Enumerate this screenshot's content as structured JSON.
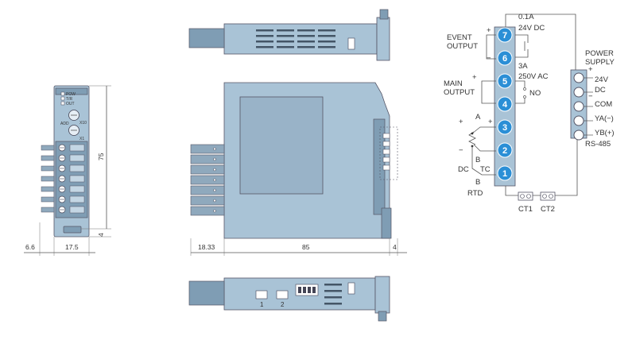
{
  "dimensions": {
    "front_width": "17.5",
    "front_offset": "6.6",
    "height": "75",
    "bottom_gap": "4",
    "side_connector": "18.33",
    "side_depth": "85",
    "side_rail": "4"
  },
  "front_panel": {
    "leds": [
      "POW",
      "T/R",
      "OUT"
    ],
    "switch_x10_label": "X10",
    "switch_x1_label": "X1",
    "addr_label": "ADD"
  },
  "bottom_view": {
    "connector_1": "1",
    "connector_2": "2"
  },
  "terminals": [
    {
      "num": "7"
    },
    {
      "num": "6"
    },
    {
      "num": "5"
    },
    {
      "num": "4"
    },
    {
      "num": "3"
    },
    {
      "num": "2"
    },
    {
      "num": "1"
    }
  ],
  "wiring": {
    "event_output": "EVENT\nOUTPUT",
    "event_rating_a": "0.1A",
    "event_rating_v": "24V  DC",
    "main_output": "MAIN\nOUTPUT",
    "main_rating_a": "3A",
    "main_rating_v": "250V  AC",
    "no_label": "NO",
    "plus": "+",
    "minus": "−",
    "dc_label": "DC",
    "tc_label": "TC",
    "a_label": "A",
    "b_label": "B",
    "b2_label": "B",
    "rtd_label": "RTD",
    "ct1": "CT1",
    "ct2": "CT2"
  },
  "power": {
    "title_1": "POWER",
    "title_2": "SUPPLY",
    "v24": "24V",
    "dc": "DC",
    "com": "COM",
    "ya": "YA(−)",
    "yb": "YB(+)",
    "rs485": "RS-485"
  },
  "colors": {
    "body": "#a9c3d6",
    "terminal_badge": "#2b8fd6",
    "outline": "#556677"
  }
}
